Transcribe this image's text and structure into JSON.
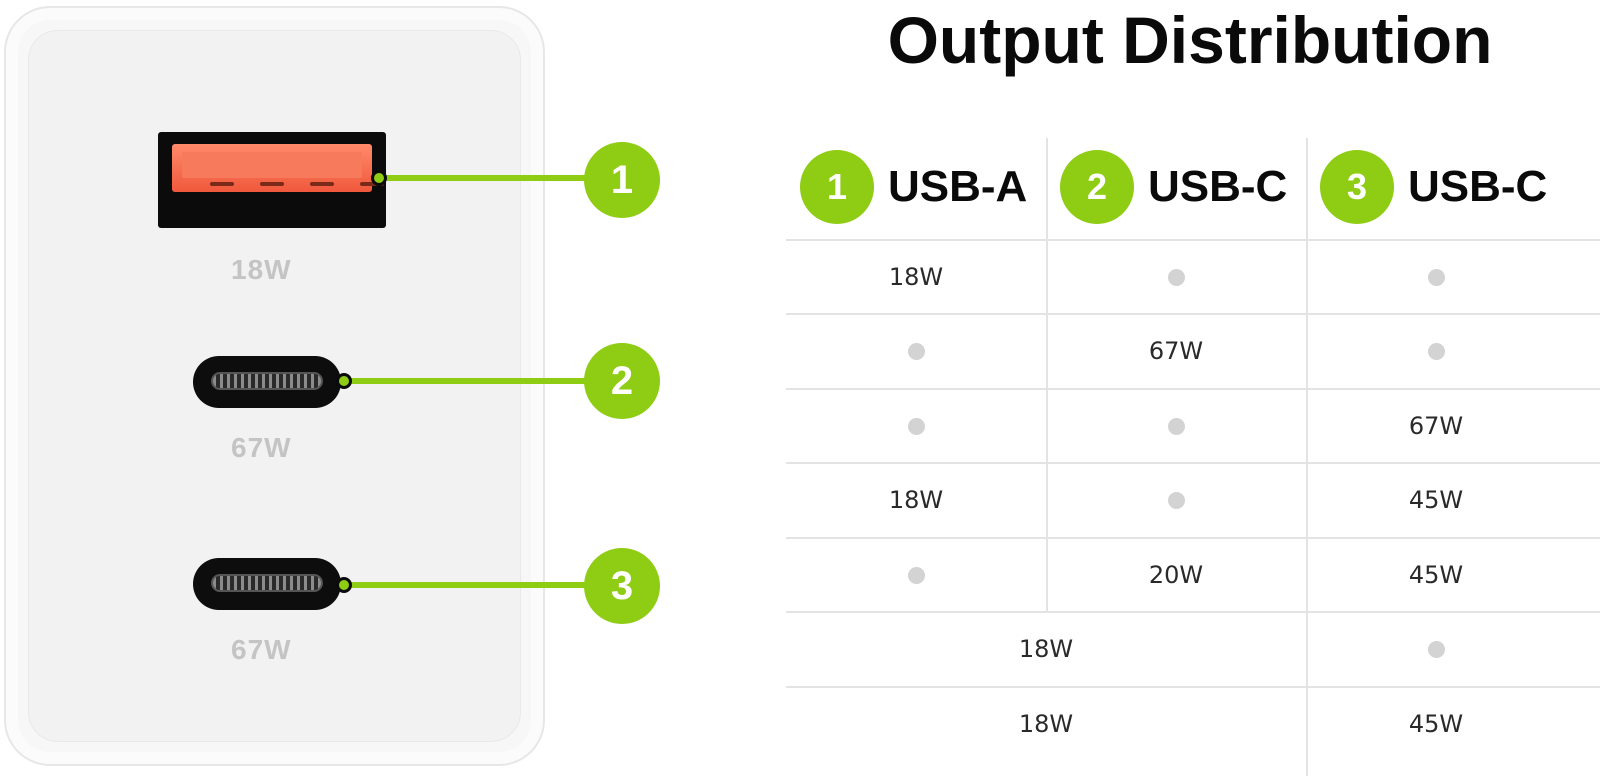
{
  "title": "Output Distribution",
  "accent_color": "#8fcc14",
  "usba_color": "#f0583c",
  "charger": {
    "ports": [
      {
        "number": "1",
        "label": "18W",
        "type": "USB-A"
      },
      {
        "number": "2",
        "label": "67W",
        "type": "USB-C"
      },
      {
        "number": "3",
        "label": "67W",
        "type": "USB-C"
      }
    ]
  },
  "table": {
    "headers": [
      {
        "number": "1",
        "label": "USB-A"
      },
      {
        "number": "2",
        "label": "USB-C"
      },
      {
        "number": "3",
        "label": "USB-C"
      }
    ],
    "rows": [
      [
        "18W",
        "dot",
        "dot"
      ],
      [
        "dot",
        "67W",
        "dot"
      ],
      [
        "dot",
        "dot",
        "67W"
      ],
      [
        "18W",
        "dot",
        "45W"
      ],
      [
        "dot",
        "20W",
        "45W"
      ],
      {
        "merged": "18W",
        "third": "dot"
      },
      {
        "merged": "18W",
        "third": "45W"
      }
    ]
  }
}
